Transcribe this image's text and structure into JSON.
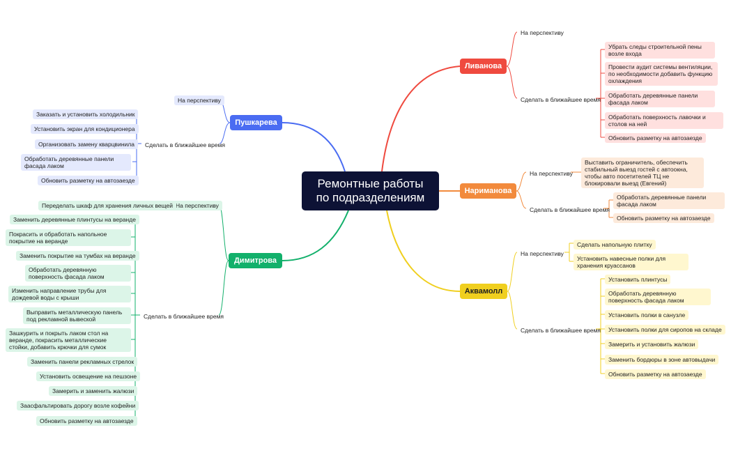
{
  "center": "Ремонтные работы по подразделениям",
  "colors": {
    "red": "#ef4a3f",
    "orange": "#f28a3c",
    "yellow": "#f0cf1f",
    "blue": "#4a6cf2",
    "green": "#12b06b",
    "center": "#0d1235"
  },
  "livanova": {
    "title": "Ливанова",
    "persp": "На перспективу",
    "soon": "Сделать в ближайшее время",
    "items": [
      "Убрать следы строительной пены возле входа",
      "Провести аудит системы вентиляции, по необходимости добавить функцию охлаждения",
      "Обработать деревянные панели фасада лаком",
      "Обработать поверхность лавочки и столов на ней",
      "Обновить разметку на автозаезде"
    ]
  },
  "narimanova": {
    "title": "Нариманова",
    "persp": "На перспективу",
    "persp_items": [
      "Выставить ограничитель, обеспечить стабильный выезд гостей с автоокна, чтобы авто посетителей ТЦ не блокировали выезд (Евгений)"
    ],
    "soon": "Сделать в ближайшее время",
    "items": [
      "Обработать деревянные панели фасада лаком",
      "Обновить разметку на автозаезде"
    ]
  },
  "akvamoll": {
    "title": "Аквамолл",
    "persp": "На перспективу",
    "persp_items": [
      "Сделать напольную плитку",
      "Установить навесные полки для хранения круассанов"
    ],
    "soon": "Сделать в ближайшее время",
    "items": [
      "Установить плинтусы",
      "Обработать деревянную поверхность фасада лаком",
      "Установить полки в санузле",
      "Установить полки для сиропов на складе",
      "Замерить и установить жалюзи",
      "Заменить бордюры в зоне автовыдачи",
      "Обновить разметку на автозаезде"
    ]
  },
  "pushkareva": {
    "title": "Пушкарева",
    "persp": "На перспективу",
    "soon": "Сделать в ближайшее время",
    "items": [
      "Заказать и установить холодильник",
      "Установить экран для кондиционера",
      "Организовать замену кварцвинила",
      "Обработать деревянные панели фасада лаком",
      "Обновить разметку на автозаезде"
    ]
  },
  "dimitrova": {
    "title": "Димитрова",
    "persp": "На перспективу",
    "persp_items": [
      "Переделать шкаф для хранения личных вещей"
    ],
    "soon": "Сделать в ближайшее время",
    "items": [
      "Заменить деревянные плинтусы на веранде",
      "Покрасить и обработать напольное покрытие на веранде",
      "Заменить покрытие на тумбах на веранде",
      "Обработать деревянную поверхность фасада лаком",
      "Изменить направление трубы для дождевой воды с крыши",
      "Выправить металлическую панель под рекламной вывеской",
      "Зашкурить и покрыть лаком стол на веранде, покрасить металлические стойки, добавить крючки для сумок",
      "Заменить панели рекламных стрелок",
      "Установить освещение на пешзоне",
      "Замерить и заменить жалюзи",
      "Заасфальтировать дорогу возле кофейни",
      "Обновить разметку на автозаезде"
    ]
  }
}
